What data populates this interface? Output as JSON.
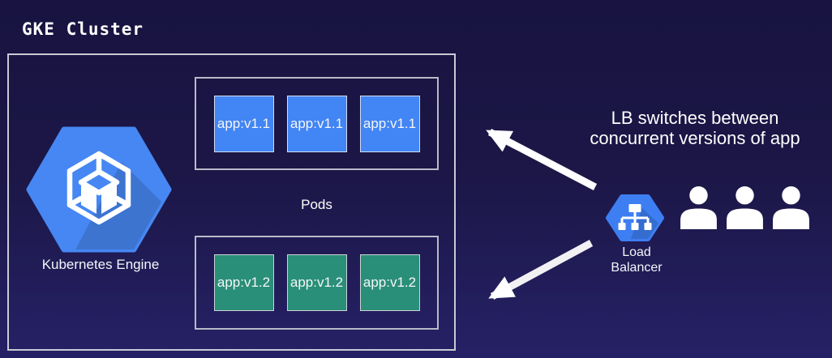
{
  "title": "GKE Cluster",
  "cluster": {
    "engine_label": "Kubernetes Engine",
    "pods_label": "Pods",
    "pod_rows": [
      {
        "name": "v1.1 pod row",
        "pod_label": "app:v1.1",
        "pod_count": 3,
        "color": "#4285f4"
      },
      {
        "name": "v1.2 pod row",
        "pod_label": "app:v1.2",
        "pod_count": 3,
        "color": "#2a8f78"
      }
    ]
  },
  "load_balancer": {
    "label_line1": "Load",
    "label_line2": "Balancer",
    "icon": "hexagon-network-icon"
  },
  "annotation": {
    "line1": "LB switches between",
    "line2": "concurrent versions of app"
  },
  "users": {
    "count": 3,
    "icon": "user-icon"
  },
  "icons": {
    "kubernetes_engine": "hexagon-cube-icon"
  },
  "colors": {
    "background_top": "#181340",
    "background_bottom": "#262166",
    "gcp_blue": "#4285f4",
    "pod_blue": "#4285f4",
    "pod_green": "#2a8f78",
    "box_border": "#c9cad5",
    "arrow": "#ffffff",
    "text": "#ffffff"
  }
}
